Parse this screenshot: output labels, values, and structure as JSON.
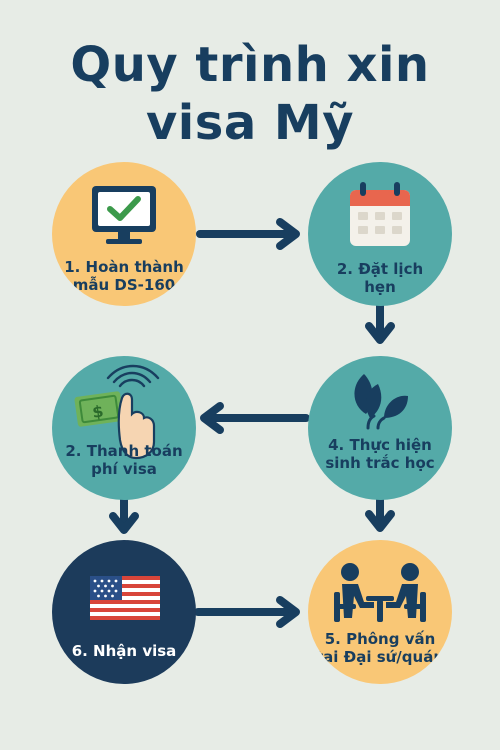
{
  "title": {
    "line1": "Quy trình xin",
    "line2": "visa Mỹ"
  },
  "steps": [
    {
      "line1": "1. Hoàn thành",
      "line2": "mẫu DS-160",
      "icon": "computer-checkmark-icon",
      "color": "#f9c776"
    },
    {
      "line1": "2. Đặt lịch",
      "line2": "hẹn",
      "icon": "calendar-icon",
      "color": "#54aaa8"
    },
    {
      "line1": "2. Thanh toán",
      "line2": "phí visa",
      "icon": "payment-hand-icon",
      "color": "#54aaa8"
    },
    {
      "line1": "4. Thực hiện",
      "line2": "sinh trắc học",
      "icon": "biometric-leaf-icon",
      "color": "#54aaa8"
    },
    {
      "line1": "6. Nhận visa",
      "line2": "",
      "icon": "us-flag-icon",
      "color": "#1c3b5b"
    },
    {
      "line1": "5. Phông vấn",
      "line2": "tại Đại sứ/quán",
      "icon": "interview-icon",
      "color": "#f9c776"
    }
  ],
  "colors": {
    "title": "#183e5f",
    "arrow": "#183e5f",
    "background": "#e7ece6"
  }
}
